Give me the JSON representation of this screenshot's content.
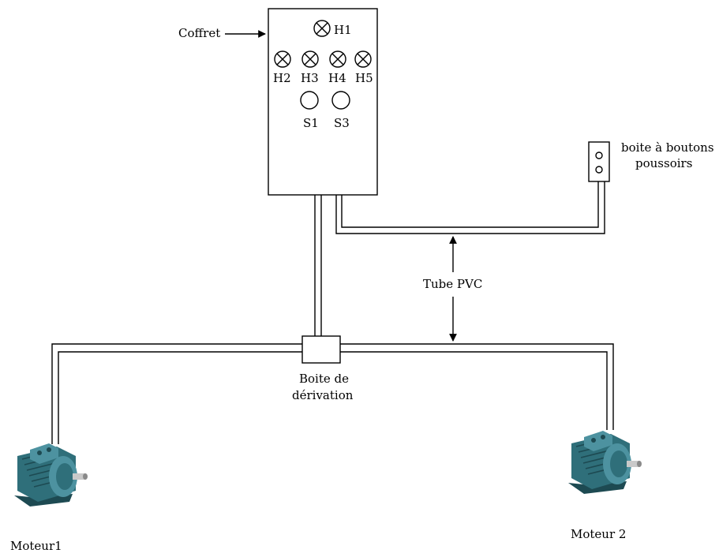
{
  "labels": {
    "coffret": "Coffret",
    "h1": "H1",
    "h2": "H2",
    "h3": "H3",
    "h4": "H4",
    "h5": "H5",
    "s1": "S1",
    "s3": "S3",
    "pushbutton_box_line1": "boite à boutons",
    "pushbutton_box_line2": "poussoirs",
    "tube": "Tube PVC",
    "junction_line1": "Boite de",
    "junction_line2": "dérivation",
    "motor1": "Moteur1",
    "motor2": "Moteur 2"
  },
  "colors": {
    "motor_body": "#2f6f7a",
    "motor_dark": "#1d4a52",
    "motor_light": "#4d92a0",
    "shaft": "#c9c9c9"
  }
}
